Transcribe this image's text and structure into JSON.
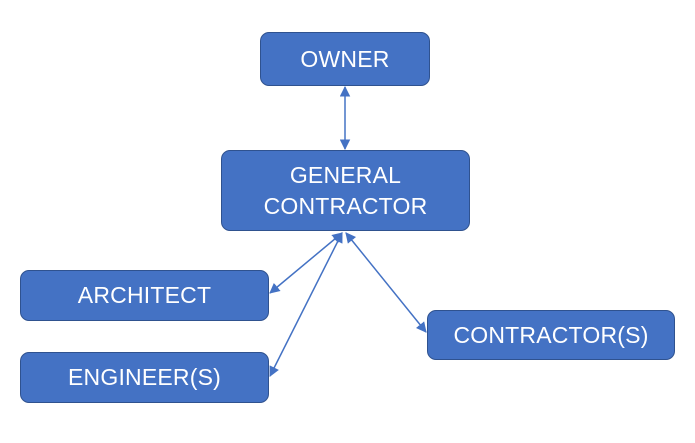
{
  "diagram": {
    "nodes": {
      "owner": "OWNER",
      "general_contractor_line1": "GENERAL",
      "general_contractor_line2": "CONTRACTOR",
      "architect": "ARCHITECT",
      "engineers": "ENGINEER(S)",
      "contractors": "CONTRACTOR(S)"
    },
    "connections": [
      {
        "from": "owner",
        "to": "general_contractor",
        "direction": "both"
      },
      {
        "from": "general_contractor",
        "to": "architect",
        "direction": "both"
      },
      {
        "from": "general_contractor",
        "to": "engineers",
        "direction": "both"
      },
      {
        "from": "general_contractor",
        "to": "contractors",
        "direction": "both"
      }
    ],
    "colors": {
      "node_fill": "#4472c4",
      "node_border": "#2f528f",
      "node_text": "#ffffff",
      "connector": "#4472c4"
    }
  }
}
